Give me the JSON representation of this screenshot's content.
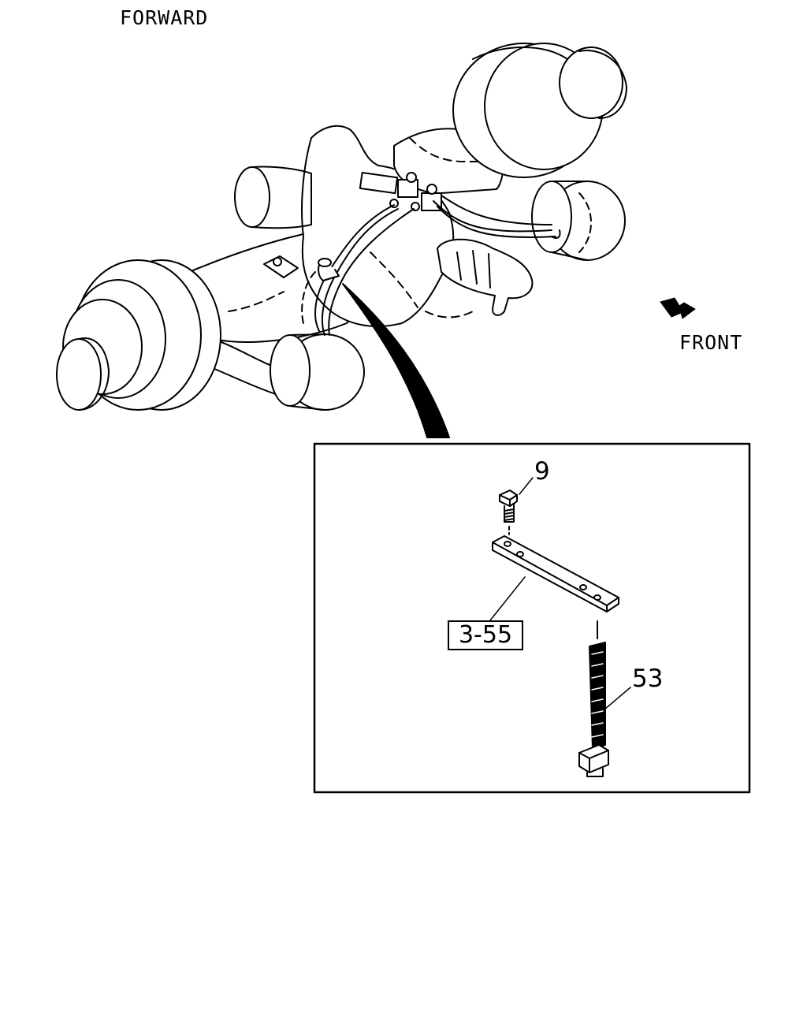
{
  "labels": {
    "top_left": "FORWARD",
    "direction": "FRONT"
  },
  "callouts": {
    "bolt": "9",
    "bracket": "3-55",
    "tie": "53"
  },
  "icons": {
    "direction_arrow": "arrow-right-down-icon"
  },
  "colors": {
    "line": "#000000",
    "background": "#ffffff"
  }
}
